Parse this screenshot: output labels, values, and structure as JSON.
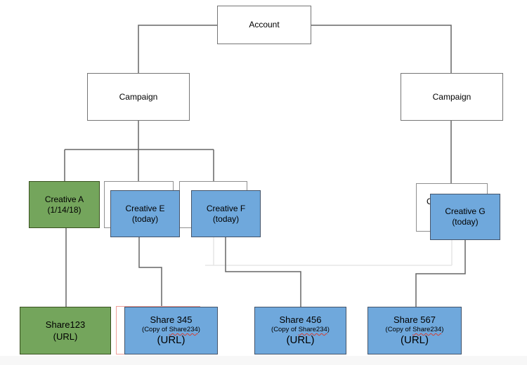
{
  "diagram": {
    "type": "hierarchy-flowchart",
    "nodes": {
      "account": {
        "label": "Account"
      },
      "campaign_left": {
        "label": "Campaign"
      },
      "campaign_right": {
        "label": "Campaign"
      },
      "creative_a": {
        "title": "Creative A",
        "subtitle": "(1/14/18)"
      },
      "creative_e": {
        "title": "Creative E",
        "subtitle": "(today)"
      },
      "creative_f": {
        "title": "Creative F",
        "subtitle": "(today)"
      },
      "creative_g": {
        "title": "Creative G",
        "subtitle": "(today)"
      },
      "ghost_g": {
        "clipped_text": "C"
      },
      "share123": {
        "title": "Share123",
        "url": "(URL)"
      },
      "share345": {
        "title": "Share 345",
        "copy_prefix": "(Copy of ",
        "copy_word": "Share234",
        "copy_suffix": ")",
        "url": "(URL)"
      },
      "share456": {
        "title": "Share 456",
        "copy_prefix": "(Copy of ",
        "copy_word": "Share234",
        "copy_suffix": ")",
        "url": "(URL)"
      },
      "share567": {
        "title": "Share 567",
        "copy_prefix": "(Copy of ",
        "copy_word": "Share234",
        "copy_suffix": ")",
        "url": "(URL)"
      }
    },
    "edges": [
      {
        "from": "account",
        "to": "campaign_left",
        "style": "dark"
      },
      {
        "from": "account",
        "to": "campaign_right",
        "style": "dark"
      },
      {
        "from": "campaign_left",
        "to": "creative_a",
        "style": "dark"
      },
      {
        "from": "campaign_left",
        "to": "ghost_e",
        "style": "dark"
      },
      {
        "from": "campaign_left",
        "to": "ghost_f",
        "style": "dark"
      },
      {
        "from": "campaign_right",
        "to": "ghost_g",
        "style": "dark"
      },
      {
        "from": "creative_a",
        "to": "share123",
        "style": "dark"
      },
      {
        "from": "creative_e",
        "to": "share345",
        "style": "dark"
      },
      {
        "from": "creative_f",
        "to": "share456",
        "style": "dark"
      },
      {
        "from": "creative_g",
        "to": "share567",
        "style": "dark"
      },
      {
        "from": "ghost_f",
        "to": "ghost_g",
        "style": "light"
      }
    ],
    "colors": {
      "green_fill": "#74a55c",
      "green_border": "#39511f",
      "blue_fill": "#6fa8dc",
      "blue_border": "#44546a",
      "ghost_border": "#8f8f8f",
      "plain_border": "#757575",
      "pink_border": "#f0a09a",
      "connector_dark": "#666666",
      "connector_light": "#e6e6e6",
      "spellcheck_squiggle": "#d23f31",
      "background": "#ffffff"
    }
  }
}
